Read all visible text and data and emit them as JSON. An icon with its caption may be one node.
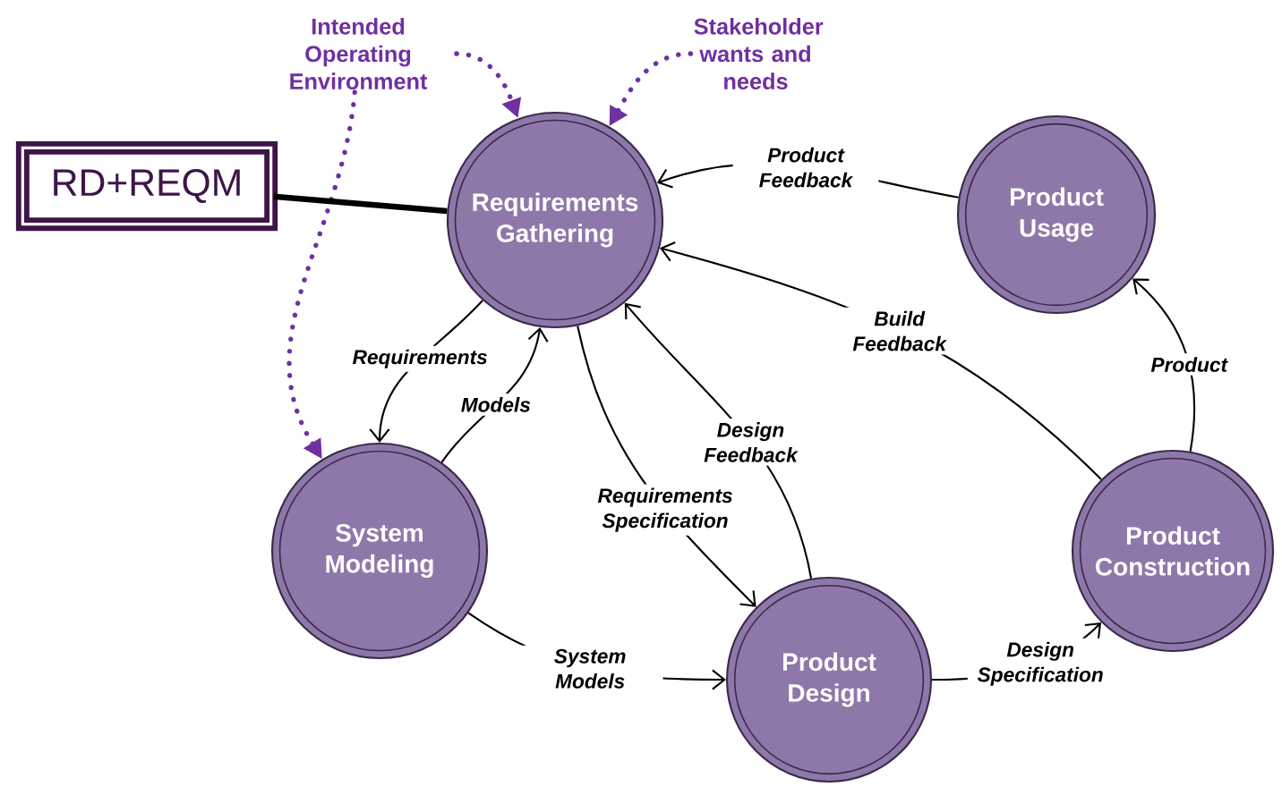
{
  "diagram": {
    "nodes": [
      {
        "text": [
          "Intended Operating Environment"
        ]
      },
      {
        "text": [
          "Stakeholder wants and needs"
        ]
      },
      {
        "text": [
          "RD+REQM"
        ]
      },
      {
        "text": [
          "Requirements Gathering"
        ]
      },
      {
        "text": [
          "Product Usage"
        ]
      },
      {
        "text": [
          "System Modeling"
        ]
      },
      {
        "text": [
          "Product Design"
        ]
      },
      {
        "text": [
          "Product Construction"
        ]
      }
    ],
    "edges": [
      {
        "from": 0,
        "to": 3,
        "arrow": "to",
        "style": "dashed",
        "color": "#7030a0"
      },
      {
        "from": 1,
        "to": 3,
        "arrow": "to",
        "style": "dashed",
        "color": "#7030a0"
      },
      {
        "from": 0,
        "to": 5,
        "arrow": "to",
        "style": "dashed",
        "color": "#7030a0"
      },
      {
        "from": 2,
        "to": 3,
        "arrow": "none",
        "style": "thick"
      },
      {
        "from": 4,
        "to": 3,
        "arrow": "to",
        "label": "Product Feedback"
      },
      {
        "from": 7,
        "to": 3,
        "arrow": "to",
        "label": "Build Feedback"
      },
      {
        "from": 3,
        "to": 5,
        "arrow": "to",
        "label": "Requirements"
      },
      {
        "from": 5,
        "to": 3,
        "arrow": "to",
        "label": "Models"
      },
      {
        "from": 6,
        "to": 3,
        "arrow": "to",
        "label": "Design Feedback"
      },
      {
        "from": 3,
        "to": 6,
        "arrow": "to",
        "label": "Requirements Specification"
      },
      {
        "from": 7,
        "to": 4,
        "arrow": "to",
        "label": "Product"
      },
      {
        "from": 5,
        "to": 6,
        "arrow": "to",
        "label": "System Models"
      },
      {
        "from": 6,
        "to": 7,
        "arrow": "to",
        "label": "Design Specification"
      }
    ]
  }
}
